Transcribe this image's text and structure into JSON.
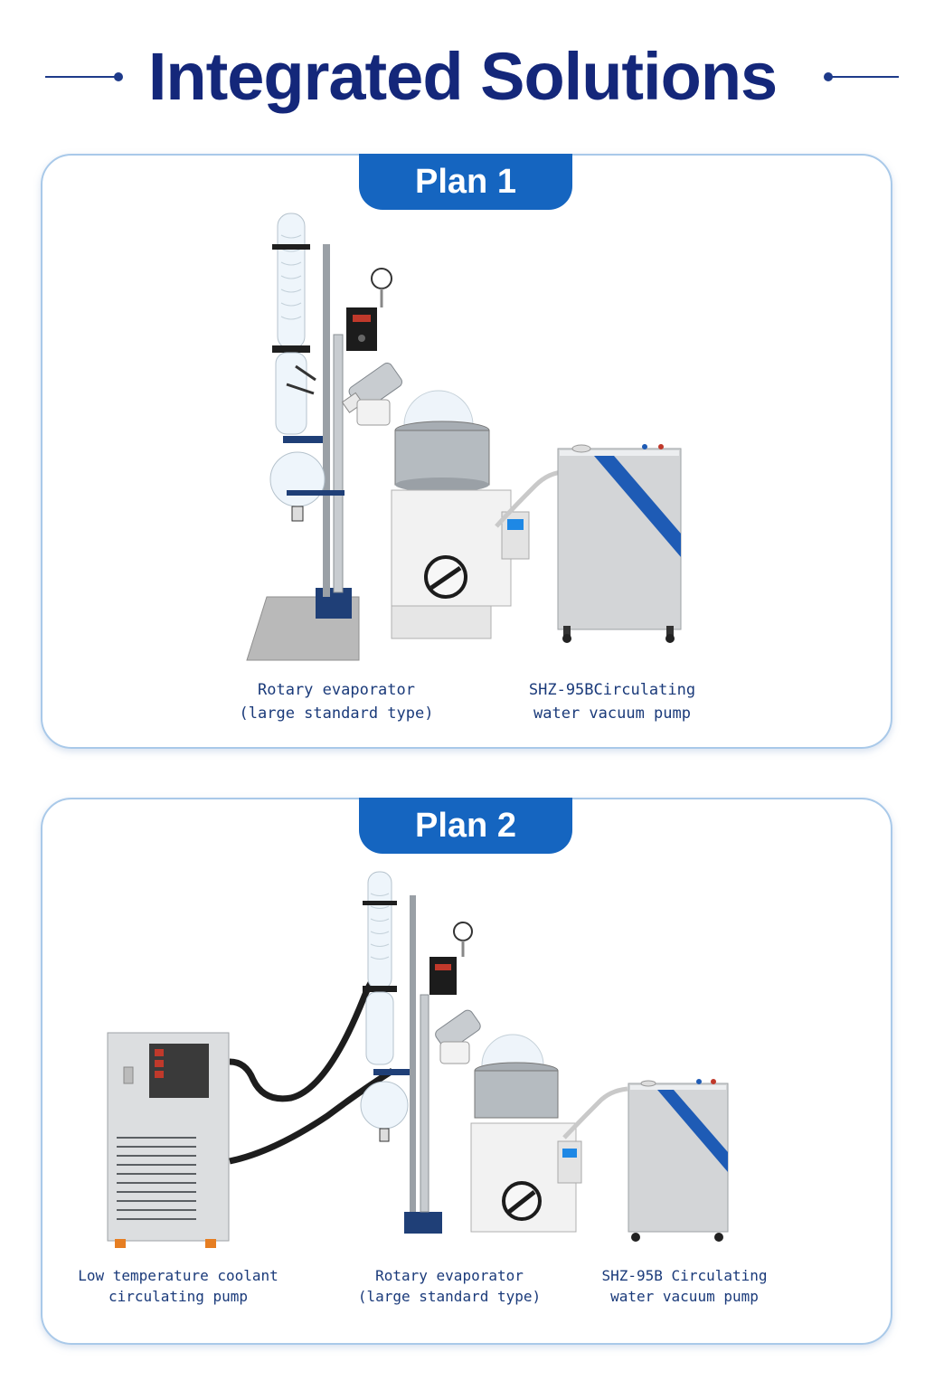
{
  "page": {
    "title": "Integrated Solutions"
  },
  "plans": [
    {
      "label": "Plan 1",
      "items": [
        {
          "line1": "Rotary evaporator",
          "line2": "(large standard type)",
          "icon": "rotary-evaporator-icon"
        },
        {
          "line1": "SHZ-95BCirculating",
          "line2": "water vacuum pump",
          "icon": "vacuum-pump-icon"
        }
      ]
    },
    {
      "label": "Plan 2",
      "items": [
        {
          "line1": "Low temperature coolant",
          "line2": "circulating pump",
          "icon": "chiller-icon"
        },
        {
          "line1": "Rotary evaporator",
          "line2": "(large standard type)",
          "icon": "rotary-evaporator-icon"
        },
        {
          "line1": "SHZ-95B Circulating",
          "line2": "water vacuum pump",
          "icon": "vacuum-pump-icon"
        }
      ]
    }
  ],
  "colors": {
    "title": "#14277a",
    "tab": "#1565c0",
    "panel_border": "#a9c9e9",
    "caption": "#1a3a7a"
  }
}
